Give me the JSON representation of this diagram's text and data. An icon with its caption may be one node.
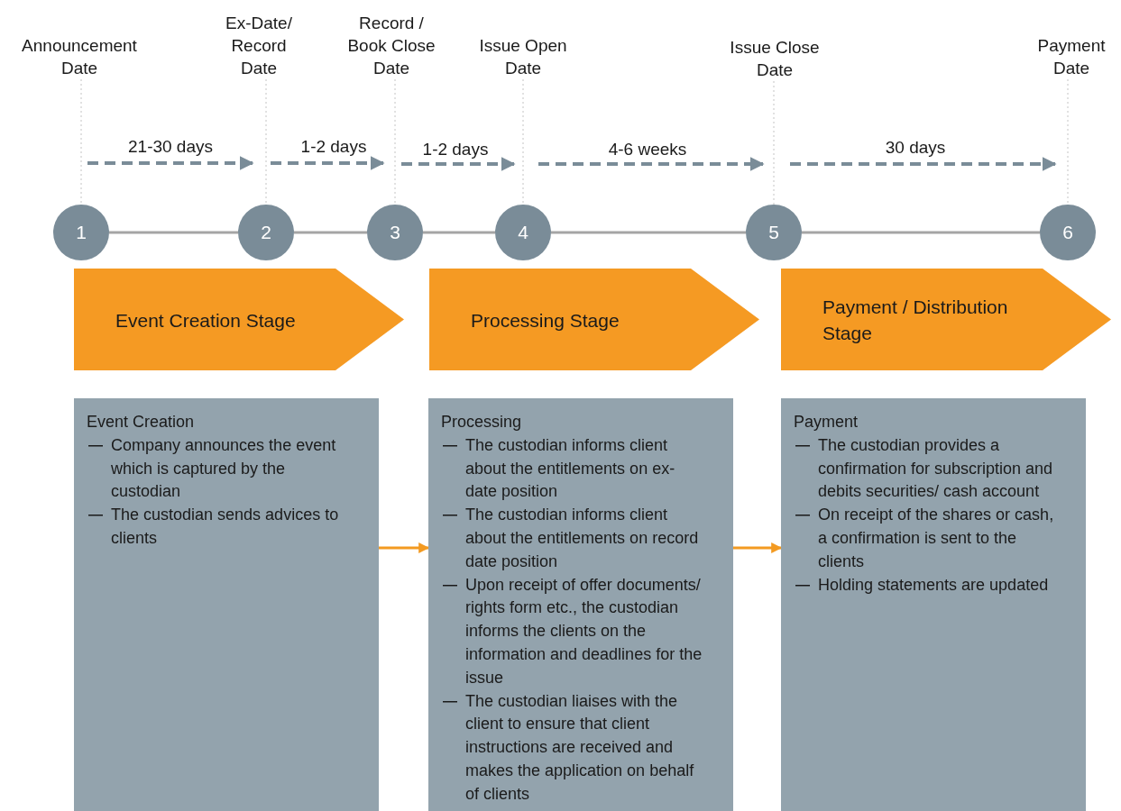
{
  "diagram": {
    "nodes": [
      {
        "text": [
          "Announcement Date"
        ]
      },
      {
        "text": [
          "Ex-Date/ Record Date"
        ]
      },
      {
        "text": [
          "Record / Book Close Date"
        ]
      },
      {
        "text": [
          "Issue Open Date"
        ]
      },
      {
        "text": [
          "Issue Close Date"
        ]
      },
      {
        "text": [
          "Payment Date"
        ]
      },
      {
        "text": [
          "1"
        ]
      },
      {
        "text": [
          "2"
        ]
      },
      {
        "text": [
          "3"
        ]
      },
      {
        "text": [
          "4"
        ]
      },
      {
        "text": [
          "5"
        ]
      },
      {
        "text": [
          "6"
        ]
      },
      {
        "text": [
          "Event Creation Stage"
        ]
      },
      {
        "text": [
          "Processing Stage"
        ]
      },
      {
        "text": [
          "Payment / Distribution Stage"
        ]
      },
      {
        "text": [
          "Event Creation",
          "Company announces the event which is captured by the custodian",
          "The custodian sends advices to clients"
        ]
      },
      {
        "text": [
          "Processing",
          "The custodian informs client about the entitlements on ex-date position",
          "The custodian informs client about the entitlements on record date position",
          "Upon receipt of offer documents/ rights form etc., the custodian informs the clients on the information and deadlines for the issue",
          "The custodian liaises with the client to ensure that client instructions are received and makes the application on behalf of clients"
        ]
      },
      {
        "text": [
          "Payment",
          "The custodian provides a confirmation for subscription and debits securities/ cash account",
          "On receipt of the shares or cash, a confirmation is sent to the clients",
          "Holding statements are updated"
        ]
      }
    ],
    "edges": [
      {
        "from": 0,
        "to": 6,
        "arrow": "none",
        "style": "dashed"
      },
      {
        "from": 1,
        "to": 7,
        "arrow": "none",
        "style": "dashed"
      },
      {
        "from": 2,
        "to": 8,
        "arrow": "none",
        "style": "dashed"
      },
      {
        "from": 3,
        "to": 9,
        "arrow": "none",
        "style": "dashed"
      },
      {
        "from": 4,
        "to": 10,
        "arrow": "none",
        "style": "dashed"
      },
      {
        "from": 5,
        "to": 11,
        "arrow": "none",
        "style": "dashed"
      },
      {
        "from": 6,
        "to": 7,
        "arrow": "none"
      },
      {
        "from": 7,
        "to": 8,
        "arrow": "none"
      },
      {
        "from": 8,
        "to": 9,
        "arrow": "none"
      },
      {
        "from": 9,
        "to": 10,
        "arrow": "none"
      },
      {
        "from": 10,
        "to": 11,
        "arrow": "none"
      },
      {
        "from": 15,
        "to": 16,
        "arrow": "to",
        "color": "#f39a21"
      },
      {
        "from": 16,
        "to": 17,
        "arrow": "to",
        "color": "#f39a21"
      }
    ],
    "labels": [
      "21-30 days",
      "1-2 days",
      "1-2 days",
      "4-6 weeks",
      "30 days"
    ]
  }
}
